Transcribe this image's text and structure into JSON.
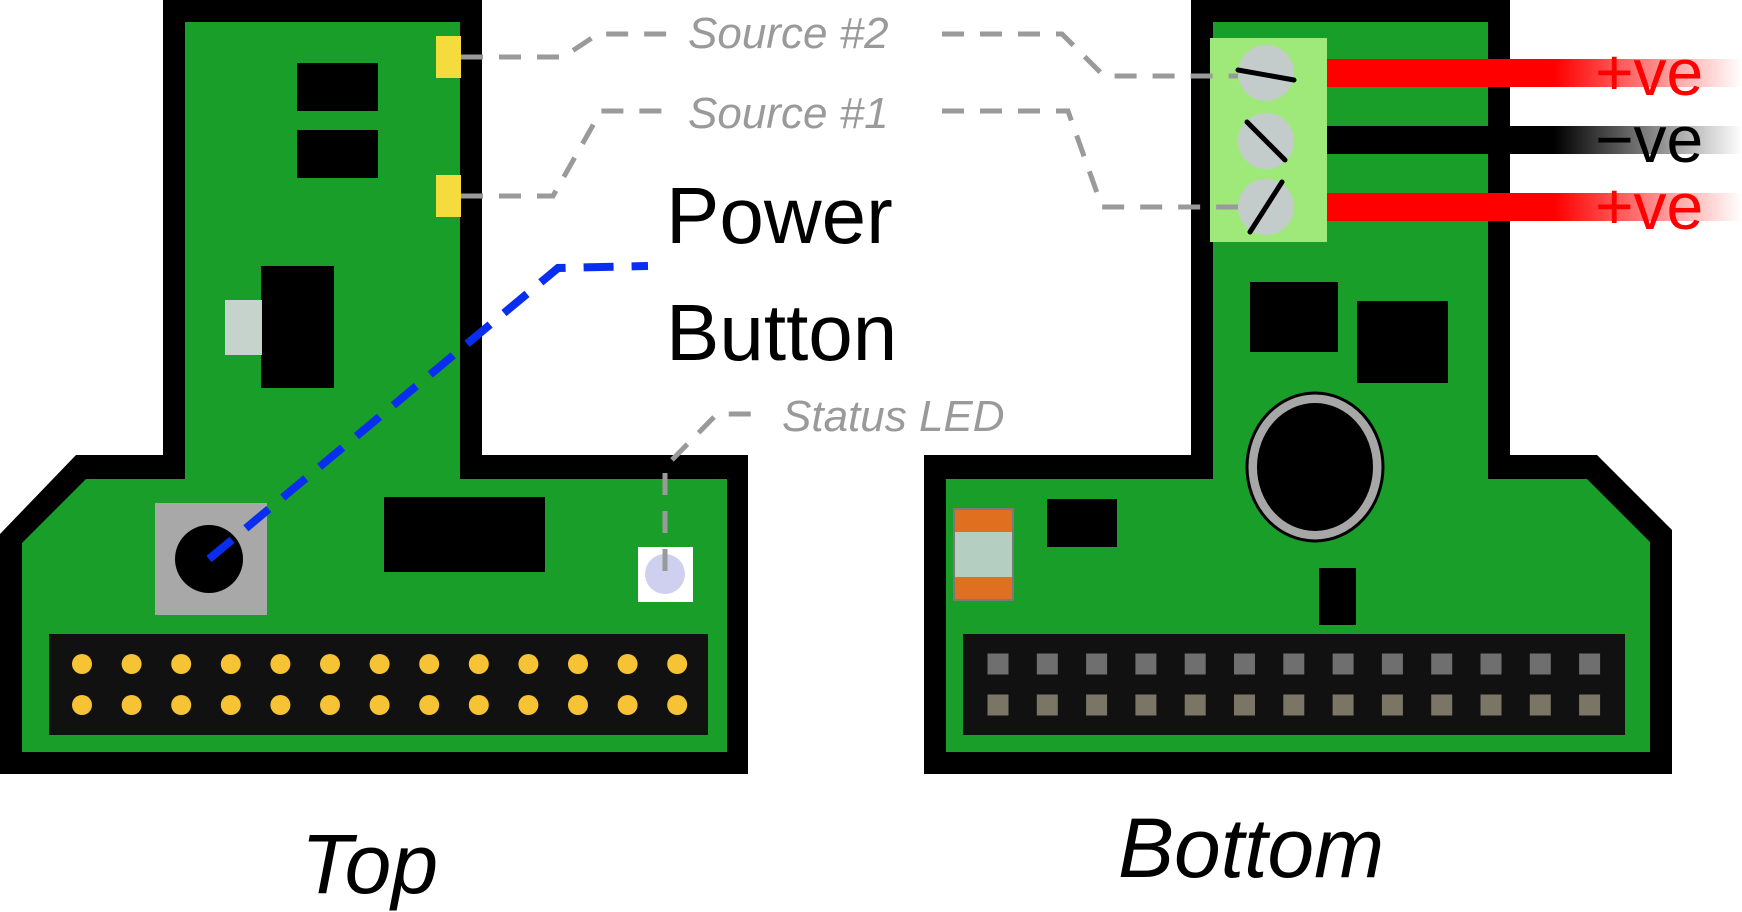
{
  "labels": {
    "source2": "Source #2",
    "source1": "Source #1",
    "power_line1": "Power",
    "power_line2": "Button",
    "status_led": "Status LED",
    "top_caption": "Top",
    "bottom_caption": "Bottom"
  },
  "terminals": [
    {
      "text": "+ve",
      "color": "#ff0000"
    },
    {
      "text": "−ve",
      "color": "#000000"
    },
    {
      "text": "+ve",
      "color": "#ff0000"
    }
  ],
  "colors": {
    "board": "#1a9e2a",
    "outline": "#000000",
    "header_pin_top": "#f5c334",
    "header_pin_bottom_row1": "#6f6f6f",
    "header_pin_bottom_row2": "#7b7565",
    "button_leader": "#0a2ef0",
    "leader_gray": "#9a9a9a",
    "terminal_block": "#9fe87a",
    "source_pad": "#f5dc3c"
  },
  "header": {
    "columns": 13,
    "rows": 2
  }
}
